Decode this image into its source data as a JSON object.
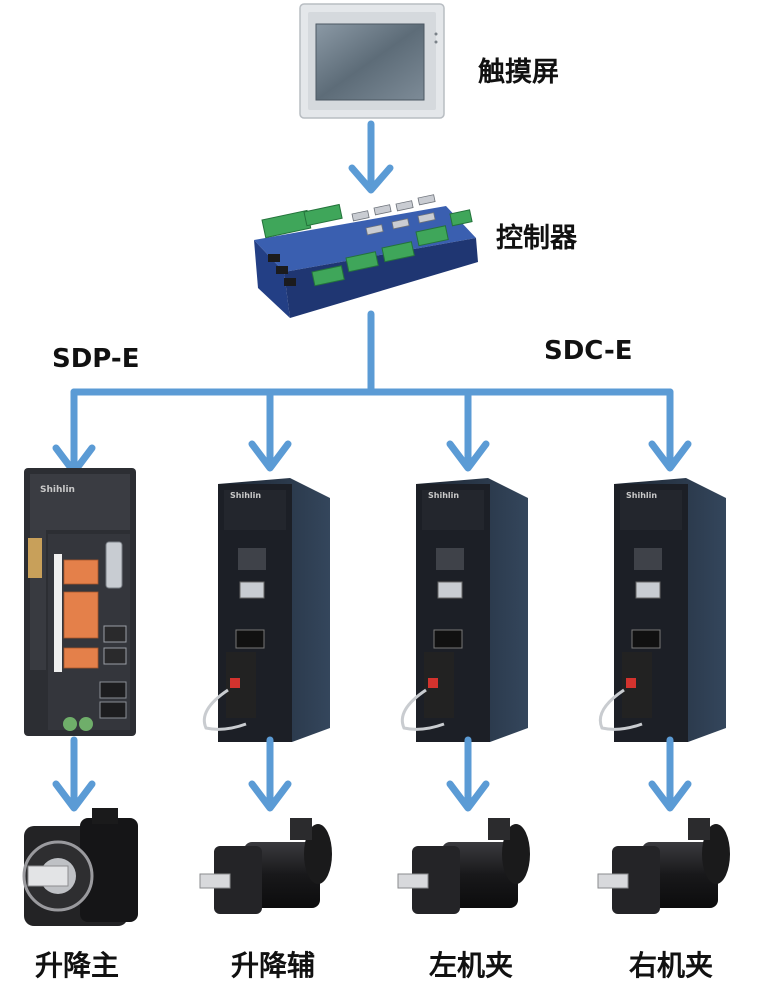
{
  "top_labels": {
    "touchscreen": "触摸屏",
    "controller": "控制器"
  },
  "network_labels": {
    "left": "SDP-E",
    "right": "SDC-E"
  },
  "drives": [
    {
      "id": "drive-1",
      "model": "SDP-E",
      "brand_text": "Shihlin",
      "motor_label": "升降主"
    },
    {
      "id": "drive-2",
      "model": "SDC-E",
      "brand_text": "Shihlin",
      "motor_label": "升降辅"
    },
    {
      "id": "drive-3",
      "model": "SDC-E",
      "brand_text": "Shihlin",
      "motor_label": "左机夹"
    },
    {
      "id": "drive-4",
      "model": "SDC-E",
      "brand_text": "Shihlin",
      "motor_label": "右机夹"
    }
  ],
  "colors": {
    "arrow": "#5b9bd5",
    "drive_body": "#2b2f38",
    "drive_dark": "#1b1e25",
    "controller_body": "#2d4f9e",
    "terminal_green": "#3fa65a",
    "motor_body": "#1d1d1f",
    "screen_bezel": "#e4e7ea",
    "screen_glass": "#6f7f8c"
  }
}
